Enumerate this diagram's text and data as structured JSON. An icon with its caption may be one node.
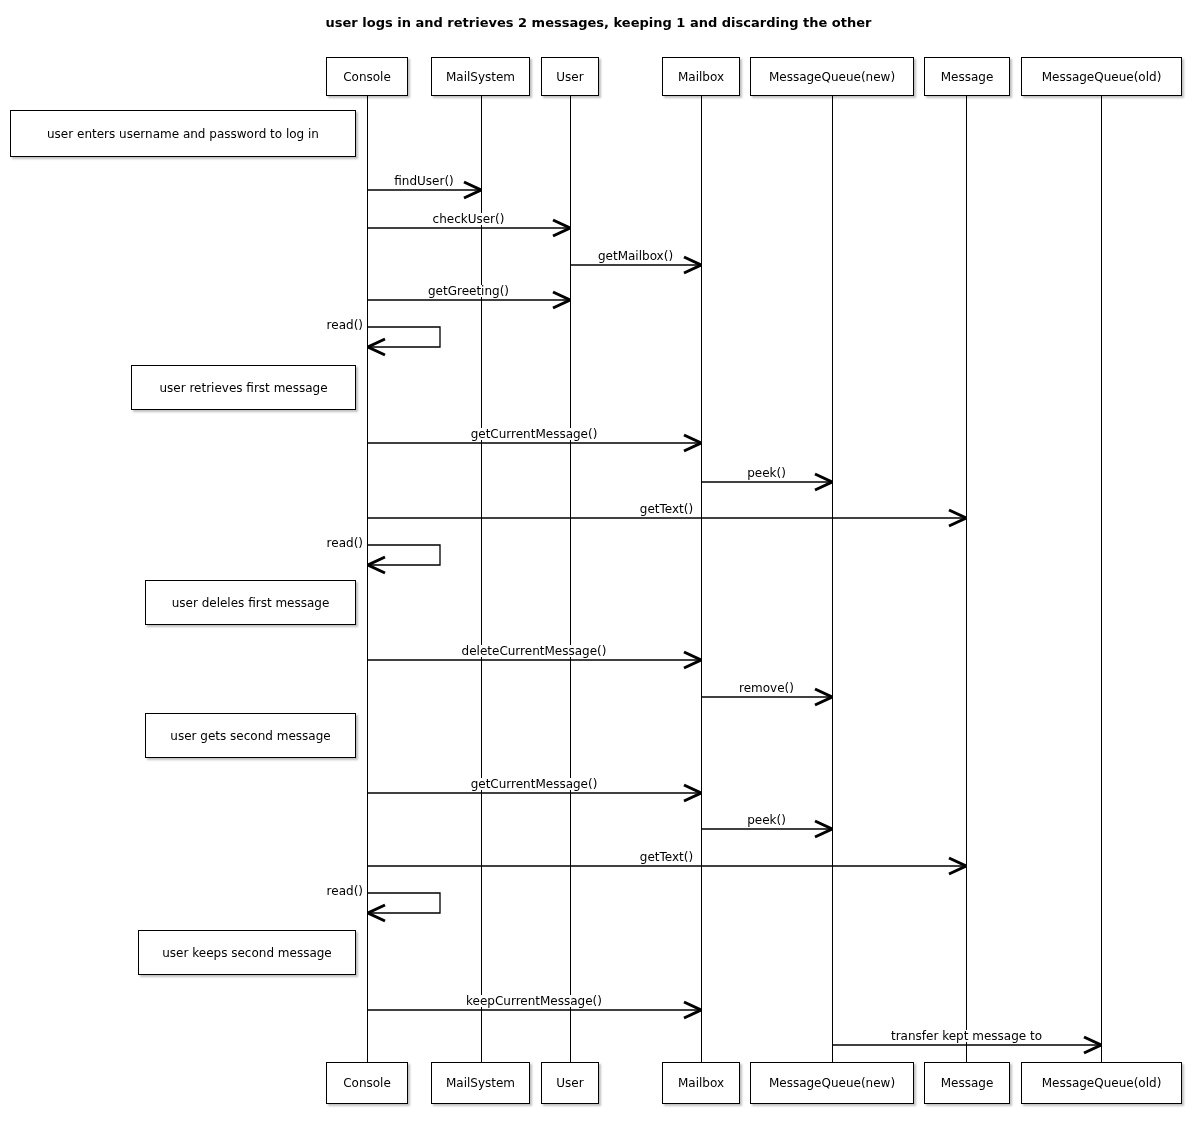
{
  "diagram": {
    "title": "user logs in and retrieves 2 messages, keeping 1 and discarding the other",
    "nodes": [
      {
        "text": [
          "Console"
        ]
      },
      {
        "text": [
          "MailSystem"
        ]
      },
      {
        "text": [
          "User"
        ]
      },
      {
        "text": [
          "Mailbox"
        ]
      },
      {
        "text": [
          "MessageQueue(new)"
        ]
      },
      {
        "text": [
          "Message"
        ]
      },
      {
        "text": [
          "MessageQueue(old)"
        ]
      },
      {
        "text": [],
        "shape": "line"
      },
      {
        "text": [],
        "shape": "line"
      },
      {
        "text": [],
        "shape": "line"
      },
      {
        "text": [],
        "shape": "line"
      },
      {
        "text": [],
        "shape": "line"
      },
      {
        "text": [],
        "shape": "line"
      },
      {
        "text": [],
        "shape": "line"
      },
      {
        "text": [
          "user enters username and password to log in"
        ]
      },
      {
        "text": [
          "user retrieves first message"
        ]
      },
      {
        "text": [
          "user deleles first message"
        ]
      },
      {
        "text": [
          "user gets second message"
        ]
      },
      {
        "text": [
          "user keeps second message"
        ]
      },
      {
        "text": [
          "Console"
        ]
      },
      {
        "text": [
          "MailSystem"
        ]
      },
      {
        "text": [
          "User"
        ]
      },
      {
        "text": [
          "Mailbox"
        ]
      },
      {
        "text": [
          "MessageQueue(new)"
        ]
      },
      {
        "text": [
          "Message"
        ]
      },
      {
        "text": [
          "MessageQueue(old)"
        ]
      }
    ],
    "edges": [
      {
        "from": 7,
        "to": 8,
        "arrow": "to",
        "label": "findUser()"
      },
      {
        "from": 7,
        "to": 9,
        "arrow": "to",
        "label": "checkUser()"
      },
      {
        "from": 9,
        "to": 10,
        "arrow": "to",
        "label": "getMailbox()"
      },
      {
        "from": 7,
        "to": 9,
        "arrow": "to",
        "label": "getGreeting()"
      },
      {
        "from": 7,
        "to": 7,
        "arrow": "to",
        "label": "read()"
      },
      {
        "from": 7,
        "to": 10,
        "arrow": "to",
        "label": "getCurrentMessage()"
      },
      {
        "from": 10,
        "to": 11,
        "arrow": "to",
        "label": "peek()"
      },
      {
        "from": 7,
        "to": 12,
        "arrow": "to",
        "label": "getText()"
      },
      {
        "from": 7,
        "to": 7,
        "arrow": "to",
        "label": "read()"
      },
      {
        "from": 7,
        "to": 10,
        "arrow": "to",
        "label": "deleteCurrentMessage()"
      },
      {
        "from": 10,
        "to": 11,
        "arrow": "to",
        "label": "remove()"
      },
      {
        "from": 7,
        "to": 10,
        "arrow": "to",
        "label": "getCurrentMessage()"
      },
      {
        "from": 10,
        "to": 11,
        "arrow": "to",
        "label": "peek()"
      },
      {
        "from": 7,
        "to": 12,
        "arrow": "to",
        "label": "getText()"
      },
      {
        "from": 7,
        "to": 7,
        "arrow": "to",
        "label": "read()"
      },
      {
        "from": 7,
        "to": 10,
        "arrow": "to",
        "label": "keepCurrentMessage()"
      },
      {
        "from": 11,
        "to": 13,
        "arrow": "to",
        "label": "transfer kept message to"
      }
    ]
  }
}
